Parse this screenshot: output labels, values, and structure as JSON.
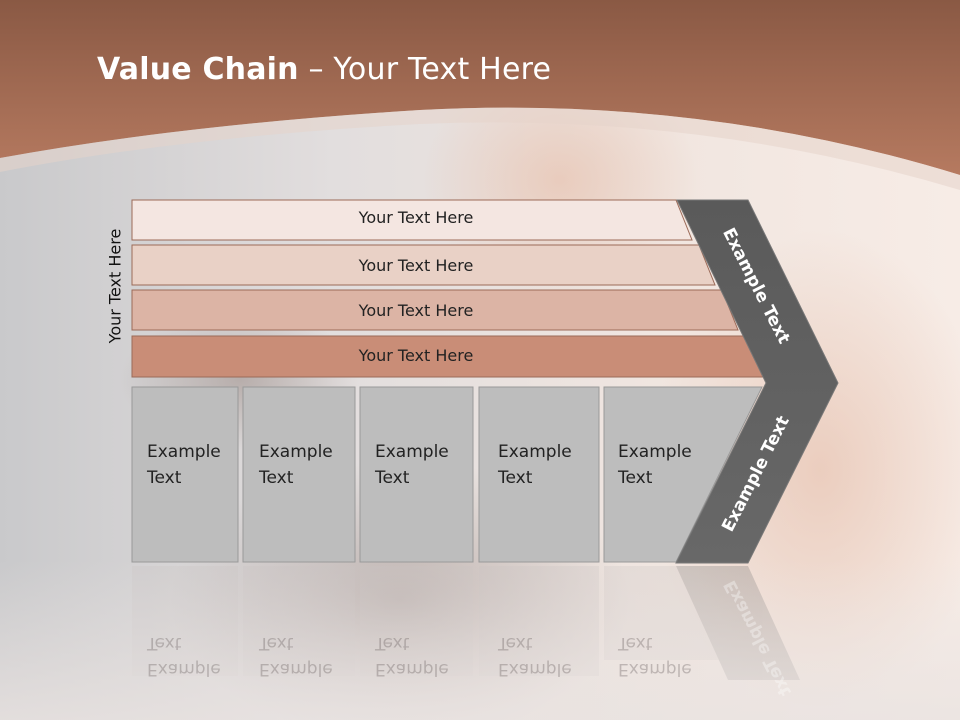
{
  "title": {
    "bold": "Value Chain",
    "rest": " – Your Text Here"
  },
  "side_label": "Your Text Here",
  "bars": [
    "Your Text Here",
    "Your Text Here",
    "Your Text Here",
    "Your Text Here"
  ],
  "boxes": [
    "Example\nText",
    "Example\nText",
    "Example\nText",
    "Example\nText",
    "Example\nText"
  ],
  "chevron": {
    "upper_label": "Example Text",
    "lower_label": "Example Text"
  },
  "colors": {
    "header": "#a86e55",
    "bar_fills": [
      "#f4e6e1",
      "#e9d1c6",
      "#dcb4a5",
      "#c98d77"
    ],
    "box_fill": "#bdbdbd",
    "chevron": "#5e5e5e"
  }
}
